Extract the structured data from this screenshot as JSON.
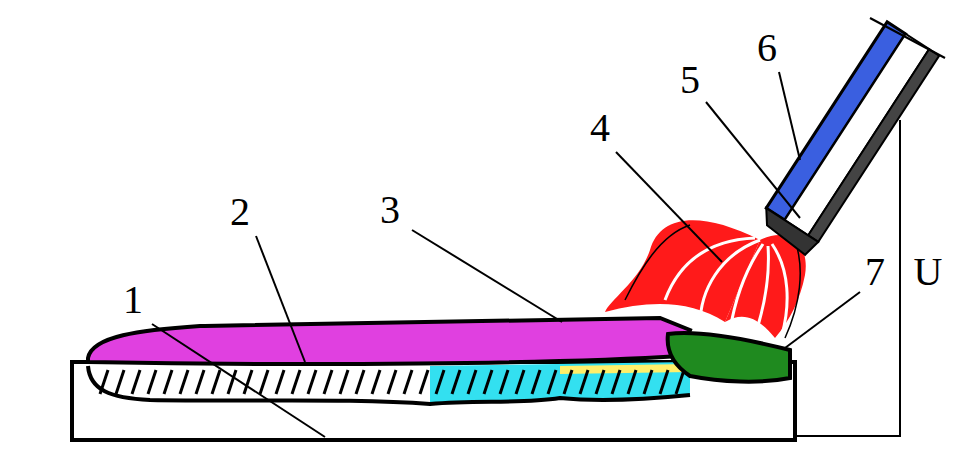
{
  "diagram": {
    "labels": [
      "1",
      "2",
      "3",
      "4",
      "5",
      "6",
      "7",
      "U"
    ]
  }
}
